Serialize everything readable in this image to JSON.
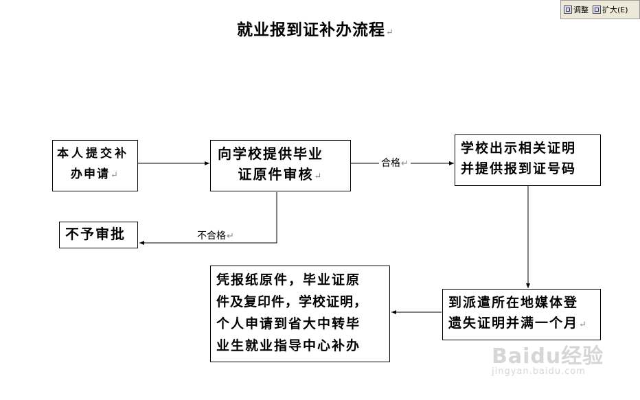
{
  "toolbar": {
    "adjust_label": "调整",
    "expand_label": "扩大(E)"
  },
  "title": "就业报到证补办流程",
  "mark": "↵",
  "boxes": {
    "submit": [
      "本人提交补",
      "办申请"
    ],
    "verify": [
      "向学校提供毕业",
      "证原件审核"
    ],
    "school_proof": [
      "学校出示相关证明",
      "并提供报到证号码"
    ],
    "rejected": [
      "不予审批"
    ],
    "media_notice": [
      "到派遣所在地媒体登",
      "遗失证明并满一个月"
    ],
    "reissue": [
      "凭报纸原件，毕业证原",
      "件及复印件，学校证明，",
      "个人申请到省大中转毕",
      "业生就业指导中心补办"
    ]
  },
  "labels": {
    "pass": "合格",
    "fail": "不合格"
  },
  "watermark": {
    "brand": "Baidu经验",
    "url": "jingyan.baidu.com"
  }
}
